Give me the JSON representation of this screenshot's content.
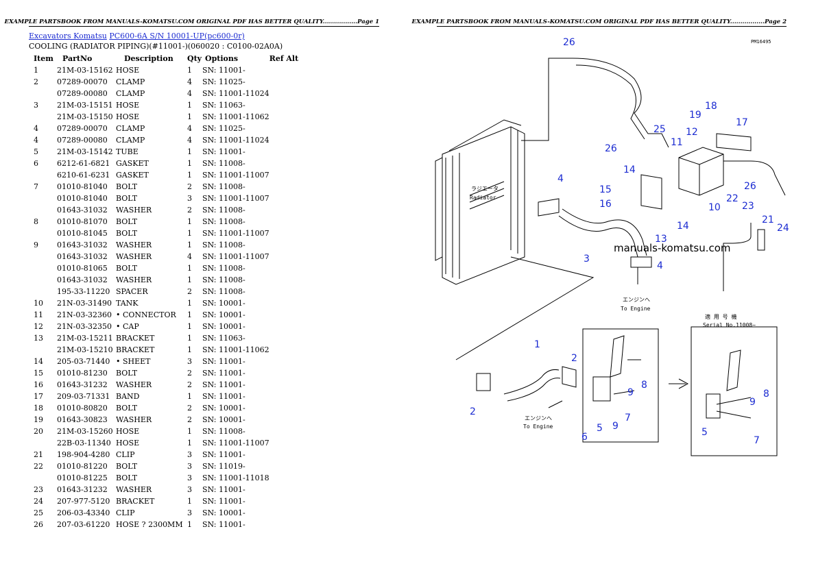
{
  "page1": {
    "header": "EXAMPLE PARTSBOOK FROM MANUALS-KOMATSU.COM ORIGINAL PDF HAS BETTER QUALITY.................Page 1",
    "breadcrumb": {
      "link1": "Excavators Komatsu",
      "link2": "PC600-6A S/N 10001-UP(pc600-0r)"
    },
    "subtitle": "COOLING (RADIATOR PIPING)(#11001-)(060020 : C0100-02A0A)",
    "table": {
      "headers": [
        "Item",
        "PartNo",
        "Description",
        "Qty",
        "Options",
        "Ref Alt"
      ],
      "rows": [
        [
          "1",
          "21M-03-15162",
          "HOSE",
          "1",
          "SN: 11001-"
        ],
        [
          "2",
          "07289-00070",
          "CLAMP",
          "4",
          "SN: 11025-"
        ],
        [
          "",
          "07289-00080",
          "CLAMP",
          "4",
          "SN: 11001-11024"
        ],
        [
          "3",
          "21M-03-15151",
          "HOSE",
          "1",
          "SN: 11063-"
        ],
        [
          "",
          "21M-03-15150",
          "HOSE",
          "1",
          "SN: 11001-11062"
        ],
        [
          "4",
          "07289-00070",
          "CLAMP",
          "4",
          "SN: 11025-"
        ],
        [
          "4",
          "07289-00080",
          "CLAMP",
          "4",
          "SN: 11001-11024"
        ],
        [
          "5",
          "21M-03-15142",
          "TUBE",
          "1",
          "SN: 11001-"
        ],
        [
          "6",
          "6212-61-6821",
          "GASKET",
          "1",
          "SN: 11008-"
        ],
        [
          "",
          "6210-61-6231",
          "GASKET",
          "1",
          "SN: 11001-11007"
        ],
        [
          "7",
          "01010-81040",
          "BOLT",
          "2",
          "SN: 11008-"
        ],
        [
          "",
          "01010-81040",
          "BOLT",
          "3",
          "SN: 11001-11007"
        ],
        [
          "",
          "01643-31032",
          "WASHER",
          "2",
          "SN: 11008-"
        ],
        [
          "8",
          "01010-81070",
          "BOLT",
          "1",
          "SN: 11008-"
        ],
        [
          "",
          "01010-81045",
          "BOLT",
          "1",
          "SN: 11001-11007"
        ],
        [
          "9",
          "01643-31032",
          "WASHER",
          "1",
          "SN: 11008-"
        ],
        [
          "",
          "01643-31032",
          "WASHER",
          "4",
          "SN: 11001-11007"
        ],
        [
          "",
          "01010-81065",
          "BOLT",
          "1",
          "SN: 11008-"
        ],
        [
          "",
          "01643-31032",
          "WASHER",
          "1",
          "SN: 11008-"
        ],
        [
          "",
          "195-33-11220",
          "SPACER",
          "2",
          "SN: 11008-"
        ],
        [
          "10",
          "21N-03-31490",
          "TANK",
          "1",
          "SN: 10001-"
        ],
        [
          "11",
          "21N-03-32360",
          "• CONNECTOR",
          "1",
          "SN: 10001-"
        ],
        [
          "12",
          "21N-03-32350",
          "• CAP",
          "1",
          "SN: 10001-"
        ],
        [
          "13",
          "21M-03-15211",
          "BRACKET",
          "1",
          "SN: 11063-"
        ],
        [
          "",
          "21M-03-15210",
          "BRACKET",
          "1",
          "SN: 11001-11062"
        ],
        [
          "14",
          "205-03-71440",
          "• SHEET",
          "3",
          "SN: 11001-"
        ],
        [
          "15",
          "01010-81230",
          "BOLT",
          "2",
          "SN: 11001-"
        ],
        [
          "16",
          "01643-31232",
          "WASHER",
          "2",
          "SN: 11001-"
        ],
        [
          "17",
          "209-03-71331",
          "BAND",
          "1",
          "SN: 11001-"
        ],
        [
          "18",
          "01010-80820",
          "BOLT",
          "2",
          "SN: 10001-"
        ],
        [
          "19",
          "01643-30823",
          "WASHER",
          "2",
          "SN: 10001-"
        ],
        [
          "20",
          "21M-03-15260",
          "HOSE",
          "1",
          "SN: 11008-"
        ],
        [
          "",
          "22B-03-11340",
          "HOSE",
          "1",
          "SN: 11001-11007"
        ],
        [
          "21",
          "198-904-4280",
          "CLIP",
          "3",
          "SN: 11001-"
        ],
        [
          "22",
          "01010-81220",
          "BOLT",
          "3",
          "SN: 11019-"
        ],
        [
          "",
          "01010-81225",
          "BOLT",
          "3",
          "SN: 11001-11018"
        ],
        [
          "23",
          "01643-31232",
          "WASHER",
          "3",
          "SN: 11001-"
        ],
        [
          "24",
          "207-977-5120",
          "BRACKET",
          "1",
          "SN: 11001-"
        ],
        [
          "25",
          "206-03-43340",
          "CLIP",
          "3",
          "SN: 10001-"
        ],
        [
          "26",
          "207-03-61220",
          "HOSE ? 2300MM",
          "1",
          "SN: 11001-"
        ]
      ]
    }
  },
  "page2": {
    "header": "EXAMPLE PARTSBOOK FROM MANUALS-KOMATSU.COM ORIGINAL PDF HAS BETTER QUALITY.................Page 2",
    "diagram": {
      "doc_id": "PM16495",
      "watermark": "manuals-komatsu.com",
      "radiator_jp": "ラジエータ",
      "radiator_en": "Radiator",
      "to_engine_jp": "エンジンへ",
      "to_engine_en": "To Engine",
      "serial_jp": "適 用 号 機",
      "serial_en": "Serial No.11008~",
      "callouts": [
        "1",
        "2",
        "3",
        "4",
        "5",
        "6",
        "7",
        "8",
        "9",
        "10",
        "11",
        "12",
        "13",
        "14",
        "15",
        "16",
        "17",
        "18",
        "19",
        "21",
        "22",
        "23",
        "24",
        "25",
        "26"
      ]
    }
  }
}
